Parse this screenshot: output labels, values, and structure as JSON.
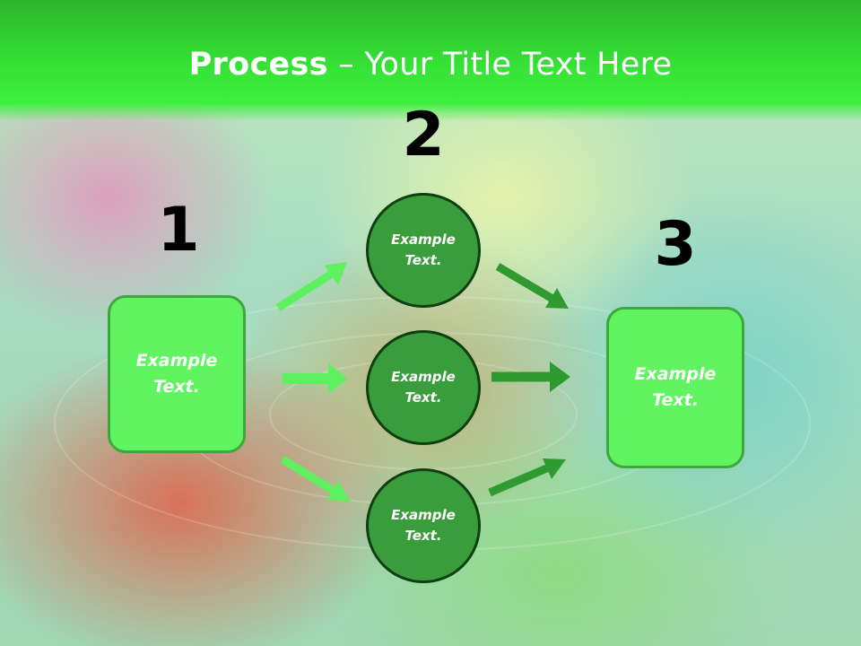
{
  "slide": {
    "title_bold": "Process",
    "title_rest": " – Your Title Text Here"
  },
  "steps": {
    "one": "1",
    "two": "2",
    "three": "3"
  },
  "left_box": {
    "text": "Example Text."
  },
  "middle_nodes": [
    {
      "text": "Example Text."
    },
    {
      "text": "Example Text."
    },
    {
      "text": "Example Text."
    }
  ],
  "right_box": {
    "text": "Example Text."
  },
  "colors": {
    "title_bar": "#36e236",
    "box_fill": "#60f460",
    "circle_fill": "#3a9d3c",
    "arrow_light": "#5ef05e",
    "arrow_dark": "#2f9a2f"
  }
}
